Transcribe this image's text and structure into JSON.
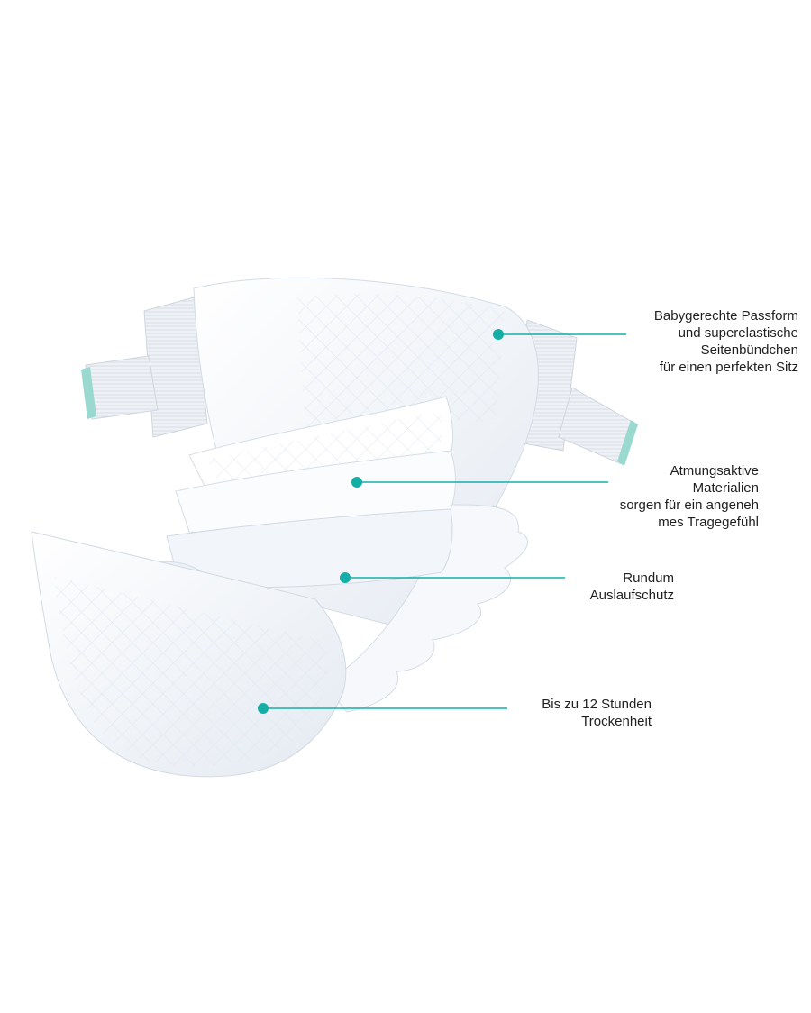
{
  "colors": {
    "accent": "#14aea6",
    "tab_mint": "#9ad9cf",
    "text": "#1f1f1f",
    "diaper_white": "#f4f7fb",
    "diaper_shadow": "#dde4ee"
  },
  "callouts": [
    {
      "lines": [
        "Babygerechte Passform",
        "und superelastische",
        "Seitenbündchen",
        "für einen perfekten Sitz"
      ]
    },
    {
      "lines": [
        "Atmungsaktive",
        "Materialien",
        "sorgen für ein angeneh",
        "mes Tragegefühl"
      ]
    },
    {
      "lines": [
        "Rundum",
        "Auslaufschutz"
      ]
    },
    {
      "lines": [
        "Bis zu 12 Stunden",
        "Trockenheit"
      ]
    }
  ]
}
